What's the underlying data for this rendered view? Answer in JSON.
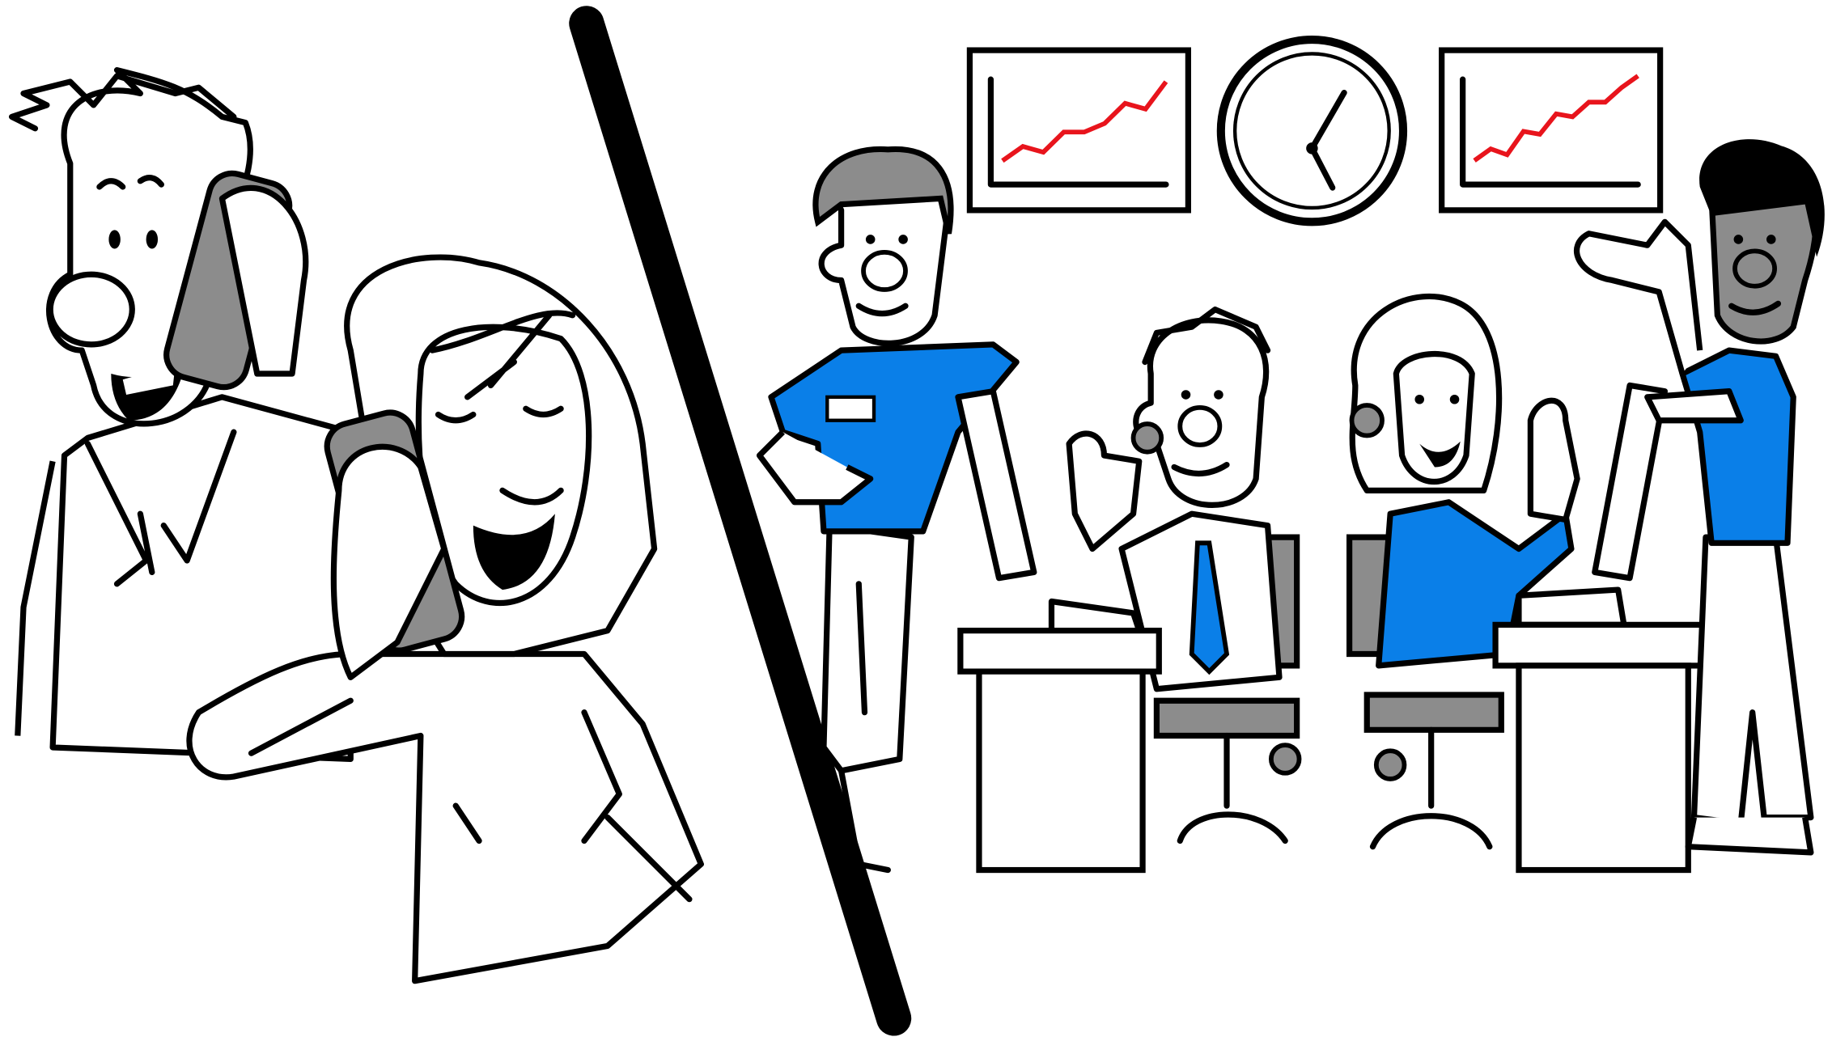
{
  "scene": {
    "left_panel": "customers-on-phone",
    "right_panel": "support-office"
  },
  "colors": {
    "shirt_blue": "#0a7fe8",
    "gray": "#8c8c8c",
    "trend_red": "#e8141c",
    "ink": "#000000"
  },
  "clock": {
    "hour": 5,
    "minute": 5
  },
  "wall_charts": [
    {
      "points": [
        1,
        2,
        1.6,
        3,
        3,
        3.6,
        5,
        4.6,
        6.5
      ]
    },
    {
      "points": [
        1,
        1.8,
        1.4,
        3,
        2.8,
        4.2,
        4,
        5,
        5,
        6,
        6.8
      ]
    }
  ]
}
